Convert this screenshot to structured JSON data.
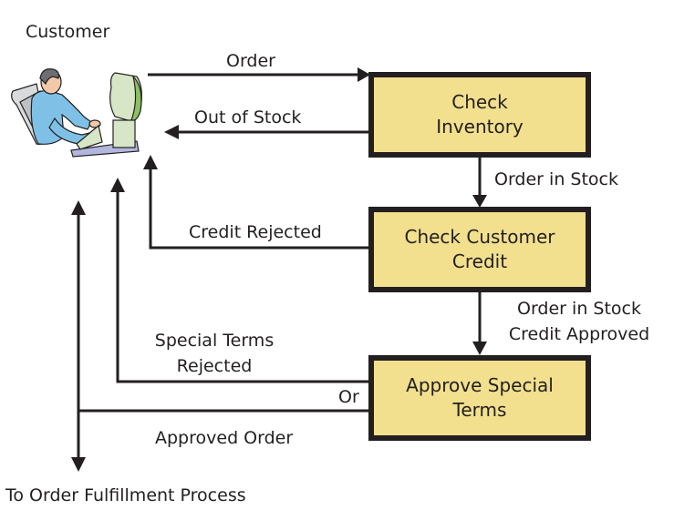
{
  "diagram": {
    "actor": {
      "label": "Customer",
      "icon": "person-at-computer-icon"
    },
    "boxes": {
      "check_inventory": {
        "line1": "Check",
        "line2": "Inventory"
      },
      "check_credit": {
        "line1": "Check Customer",
        "line2": "Credit"
      },
      "approve_terms": {
        "line1": "Approve Special",
        "line2": "Terms"
      }
    },
    "flows": {
      "order": "Order",
      "out_of_stock": "Out of Stock",
      "order_in_stock": "Order in Stock",
      "credit_rejected": "Credit Rejected",
      "stock_credit_line1": "Order in Stock",
      "stock_credit_line2": "Credit Approved",
      "special_terms_line1": "Special Terms",
      "special_terms_line2": "Rejected",
      "or": "Or",
      "approved_order": "Approved Order",
      "fulfillment": "To Order Fulfillment Process"
    },
    "colors": {
      "box_fill": "#f2e08e",
      "line": "#231f20"
    }
  }
}
